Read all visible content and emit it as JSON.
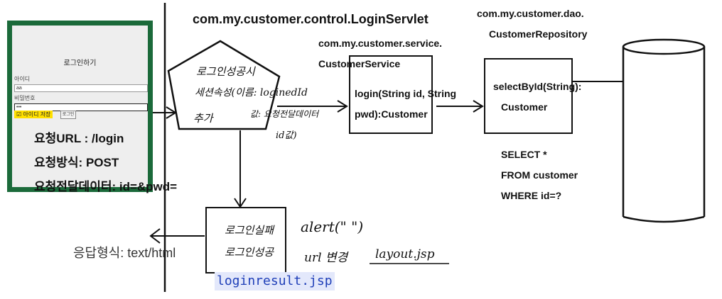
{
  "servlet": {
    "title": "com.my.customer.control.LoginServlet"
  },
  "service": {
    "package": "com.my.customer.service.",
    "class": "CustomerService",
    "method_line1": "login(String id, String",
    "method_line2": "pwd):Customer"
  },
  "dao": {
    "package": "com.my.customer.dao.",
    "class": "CustomerRepository",
    "method_line1": "selectById(String):",
    "method_line2": "Customer"
  },
  "sql": {
    "line1": "SELECT *",
    "line2": "FROM customer",
    "line3": "WHERE id=?"
  },
  "login_form": {
    "title": "로그인하기",
    "id_label": "아이디",
    "id_value": "aa",
    "pwd_label": "비밀번호",
    "pwd_value": "•••",
    "save_id_label": "☑ 아이디 저장",
    "submit_label": "로그인"
  },
  "request": {
    "url": "요청URL : /login",
    "method": "요청방식: POST",
    "data": "요청전달데이터: id=&pwd="
  },
  "response": {
    "format": "응답형식: text/html"
  },
  "handwriting": {
    "pentagon_line1": "로그인성공시",
    "pentagon_line2": "세션속성(이름: loginedId",
    "pentagon_line3": "추가",
    "pentagon_line4": "값: 요청전달데이터",
    "pentagon_line5": "id값)",
    "result_line1": "로그인실패",
    "result_line2": "로그인성공",
    "alert": "alert(\" \")",
    "url_change": "url 변경",
    "layout": "layout.jsp"
  },
  "result_file": "loginresult.jsp"
}
